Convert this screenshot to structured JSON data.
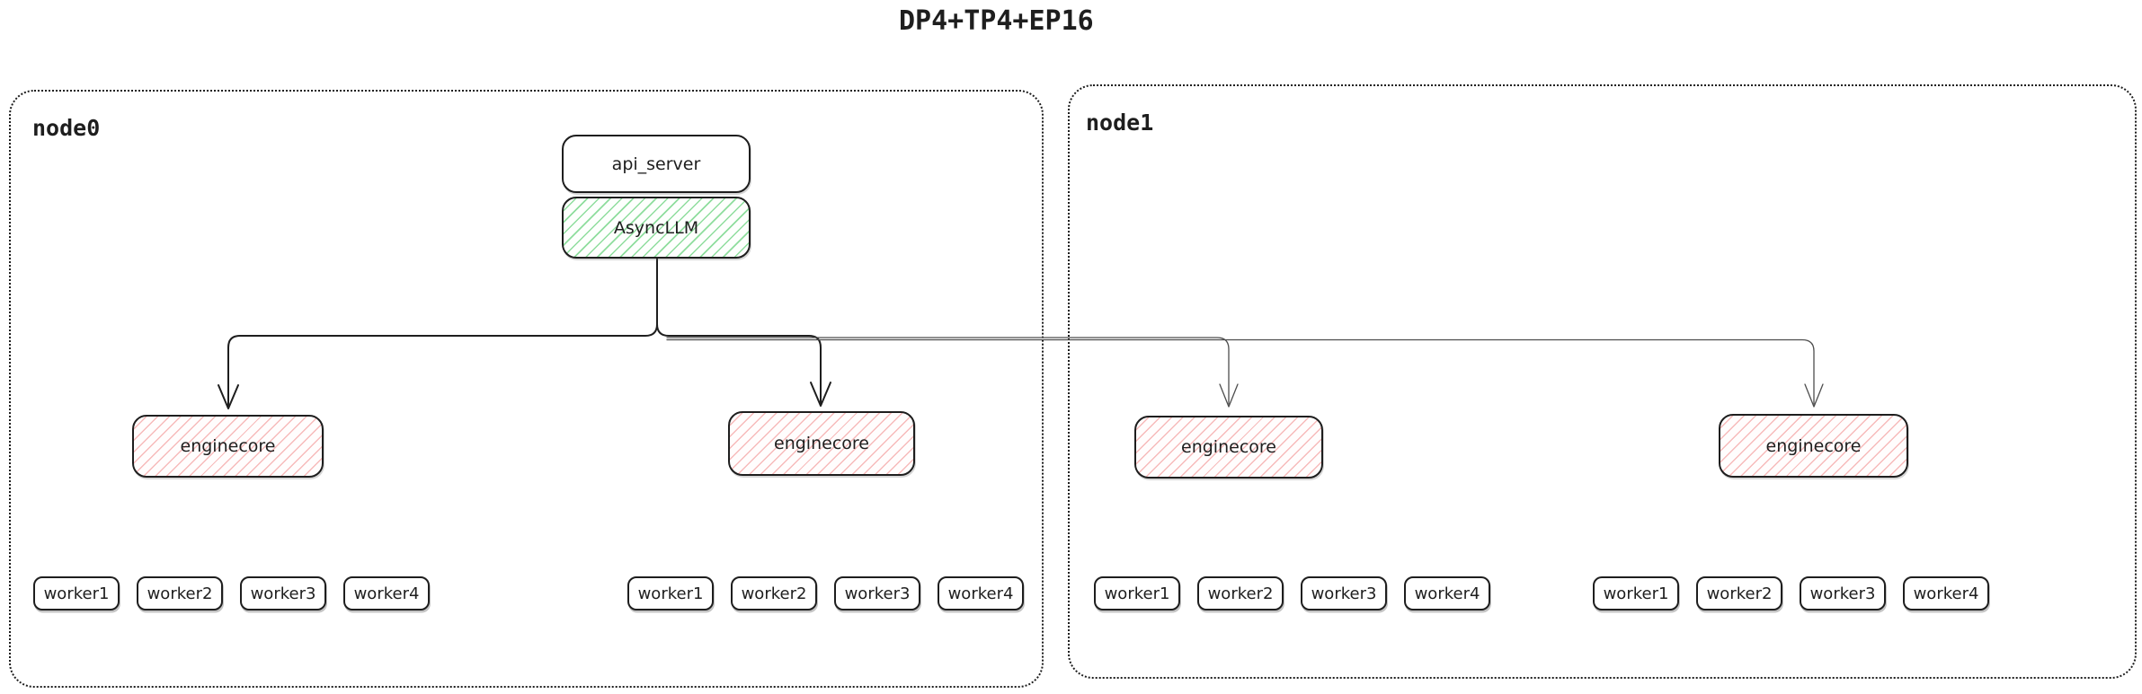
{
  "title": "DP4+TP4+EP16",
  "colors": {
    "ink": "#1e1e1e",
    "green_hatch": "#7ad78c",
    "red_hatch": "#f5aaaa",
    "thin_wire": "#4d4d4d",
    "background": "#ffffff"
  },
  "boxes": {
    "api_server": "api_server",
    "async_llm": "AsyncLLM"
  },
  "nodes": [
    {
      "label": "node0",
      "enginecores": [
        {
          "label": "enginecore",
          "workers": [
            "worker1",
            "worker2",
            "worker3",
            "worker4"
          ]
        },
        {
          "label": "enginecore",
          "workers": [
            "worker1",
            "worker2",
            "worker3",
            "worker4"
          ]
        }
      ]
    },
    {
      "label": "node1",
      "enginecores": [
        {
          "label": "enginecore",
          "workers": [
            "worker1",
            "worker2",
            "worker3",
            "worker4"
          ]
        },
        {
          "label": "enginecore",
          "workers": [
            "worker1",
            "worker2",
            "worker3",
            "worker4"
          ]
        }
      ]
    }
  ]
}
